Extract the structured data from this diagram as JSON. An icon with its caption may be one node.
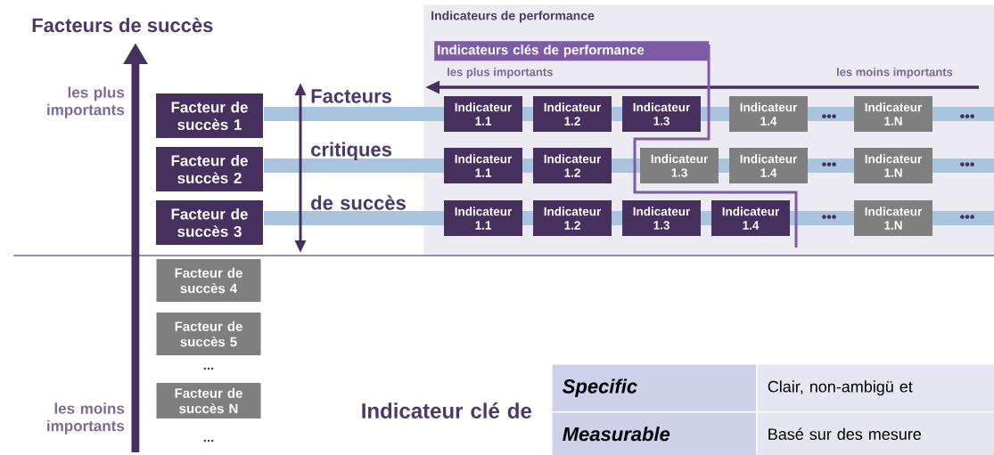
{
  "diagram": {
    "title": "Facteurs de succès",
    "nodes": [
      {
        "text": [
          "Facteur de succès 1"
        ]
      },
      {
        "text": [
          "Facteur de succès 2"
        ]
      },
      {
        "text": [
          "Facteur de succès 3"
        ]
      },
      {
        "text": [
          "Facteur de succès 4"
        ]
      },
      {
        "text": [
          "Facteur de succès 5"
        ]
      },
      {
        "text": [
          "Facteur de succès N"
        ]
      },
      {
        "text": [
          "Indicateurs de performance"
        ]
      },
      {
        "text": [
          "Indicateurs clés de performance"
        ],
        "in": 6
      },
      {
        "text": [
          "Indicateur 1.1"
        ],
        "in": 6
      },
      {
        "text": [
          "Indicateur 1.2"
        ],
        "in": 6
      },
      {
        "text": [
          "Indicateur 1.3"
        ],
        "in": 6
      },
      {
        "text": [
          "Indicateur 1.4"
        ],
        "in": 6
      },
      {
        "text": [
          "Indicateur 1.N"
        ],
        "in": 6
      },
      {
        "text": [
          "Indicateur 1.1"
        ],
        "in": 6
      },
      {
        "text": [
          "Indicateur 1.2"
        ],
        "in": 6
      },
      {
        "text": [
          "Indicateur 1.3"
        ],
        "in": 6
      },
      {
        "text": [
          "Indicateur 1.4"
        ],
        "in": 6
      },
      {
        "text": [
          "Indicateur 1.N"
        ],
        "in": 6
      },
      {
        "text": [
          "Indicateur 1.1"
        ],
        "in": 6
      },
      {
        "text": [
          "Indicateur 1.2"
        ],
        "in": 6
      },
      {
        "text": [
          "Indicateur 1.3"
        ],
        "in": 6
      },
      {
        "text": [
          "Indicateur 1.4"
        ],
        "in": 6
      },
      {
        "text": [
          "Indicateur 1.N"
        ],
        "in": 6
      }
    ],
    "labels": [
      "les plus importants",
      "les moins importants",
      "les plus importants",
      "Facteurs critiques de succès",
      "•••",
      "•••",
      "•••",
      "•••",
      "•••",
      "•••",
      "...",
      "les moins importants",
      "...",
      "Indicateur clé de",
      "Specific",
      "Clair, non-ambigü et",
      "Measurable",
      "Basé sur des mesure"
    ]
  }
}
